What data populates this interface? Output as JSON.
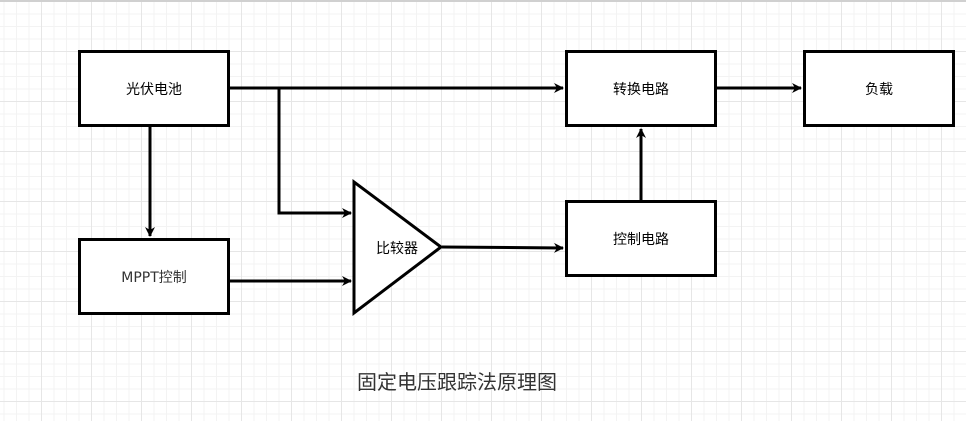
{
  "diagram": {
    "type": "block-diagram",
    "nodes": [
      {
        "id": "pv",
        "label": "光伏电池",
        "shape": "rectangle"
      },
      {
        "id": "mppt",
        "label": "MPPT控制",
        "shape": "rectangle"
      },
      {
        "id": "comparator",
        "label": "比较器",
        "shape": "triangle"
      },
      {
        "id": "converter",
        "label": "转换电路",
        "shape": "rectangle"
      },
      {
        "id": "load",
        "label": "负载",
        "shape": "rectangle"
      },
      {
        "id": "control",
        "label": "控制电路",
        "shape": "rectangle"
      }
    ],
    "edges": [
      {
        "from": "pv",
        "to": "converter"
      },
      {
        "from": "pv",
        "to": "comparator"
      },
      {
        "from": "pv",
        "to": "mppt"
      },
      {
        "from": "mppt",
        "to": "comparator"
      },
      {
        "from": "comparator",
        "to": "control"
      },
      {
        "from": "control",
        "to": "converter"
      },
      {
        "from": "converter",
        "to": "load"
      }
    ],
    "caption": "固定电压跟踪法原理图"
  }
}
